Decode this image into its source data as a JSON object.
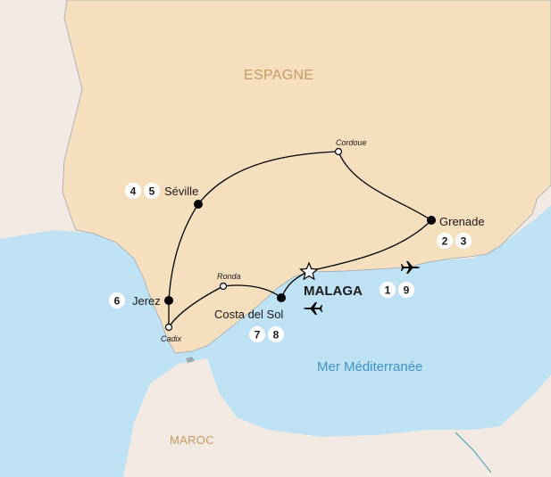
{
  "map": {
    "region_spain": "ESPAGNE",
    "region_morocco": "MAROC",
    "sea": "Mer Méditerranée",
    "colors": {
      "spain": "#f5dfbf",
      "land_other": "#f2eae2",
      "sea": "#bfe1f4",
      "border": "#9ca8b0",
      "route": "#000000"
    }
  },
  "cities": {
    "seville": {
      "label": "Séville",
      "days": [
        "4",
        "5"
      ]
    },
    "cordoue": {
      "label": "Cordoue"
    },
    "grenade": {
      "label": "Grenade",
      "days": [
        "2",
        "3"
      ]
    },
    "jerez": {
      "label": "Jerez",
      "days": [
        "6"
      ]
    },
    "ronda": {
      "label": "Ronda"
    },
    "cadix": {
      "label": "Cadix"
    },
    "costa": {
      "label": "Costa del Sol",
      "days": [
        "7",
        "8"
      ]
    },
    "malaga": {
      "label": "MALAGA",
      "days": [
        "1",
        "9"
      ]
    }
  },
  "icons": [
    "airplane-icon",
    "star-icon"
  ]
}
